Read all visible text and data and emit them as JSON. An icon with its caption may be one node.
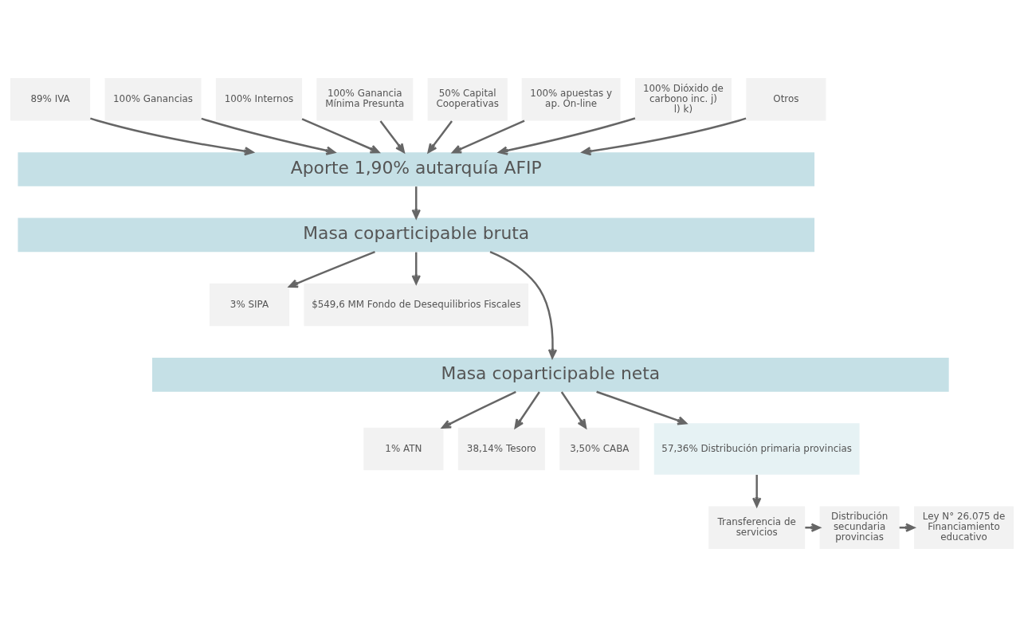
{
  "diagram": {
    "nodes": [
      {
        "text": [
          "89% IVA"
        ]
      },
      {
        "text": [
          "100% Ganancias"
        ]
      },
      {
        "text": [
          "100% Internos"
        ]
      },
      {
        "text": [
          "100% Ganancia Mínima Presunta"
        ]
      },
      {
        "text": [
          "50% Capital Cooperativas"
        ]
      },
      {
        "text": [
          "100% apuestas y ap. On-line"
        ]
      },
      {
        "text": [
          "100% Dióxido de carbono inc. j) l) k)"
        ]
      },
      {
        "text": [
          "Otros"
        ]
      },
      {
        "text": [
          "Aporte 1,90% autarquía AFIP"
        ]
      },
      {
        "text": [
          "Masa coparticipable bruta"
        ]
      },
      {
        "text": [
          "3% SIPA"
        ]
      },
      {
        "text": [
          "$549,6 MM Fondo de Desequilibrios Fiscales"
        ]
      },
      {
        "text": [
          "Masa coparticipable neta"
        ]
      },
      {
        "text": [
          "1% ATN"
        ]
      },
      {
        "text": [
          "38,14% Tesoro"
        ]
      },
      {
        "text": [
          "3,50% CABA"
        ]
      },
      {
        "text": [
          "57,36% Distribución primaria provincias"
        ]
      },
      {
        "text": [
          "Transferencia de servicios"
        ]
      },
      {
        "text": [
          "Distribución secundaria provincias"
        ]
      },
      {
        "text": [
          "Ley N° 26.075 de Financiamiento educativo"
        ]
      }
    ],
    "edges": [
      {
        "from": 0,
        "to": 8,
        "arrow": "to"
      },
      {
        "from": 1,
        "to": 8,
        "arrow": "to"
      },
      {
        "from": 2,
        "to": 8,
        "arrow": "to"
      },
      {
        "from": 3,
        "to": 8,
        "arrow": "to"
      },
      {
        "from": 4,
        "to": 8,
        "arrow": "to"
      },
      {
        "from": 5,
        "to": 8,
        "arrow": "to"
      },
      {
        "from": 6,
        "to": 8,
        "arrow": "to"
      },
      {
        "from": 7,
        "to": 8,
        "arrow": "to"
      },
      {
        "from": 8,
        "to": 9,
        "arrow": "to"
      },
      {
        "from": 9,
        "to": 10,
        "arrow": "to"
      },
      {
        "from": 9,
        "to": 11,
        "arrow": "to"
      },
      {
        "from": 9,
        "to": 12,
        "arrow": "to"
      },
      {
        "from": 12,
        "to": 13,
        "arrow": "to"
      },
      {
        "from": 12,
        "to": 14,
        "arrow": "to"
      },
      {
        "from": 12,
        "to": 15,
        "arrow": "to"
      },
      {
        "from": 12,
        "to": 16,
        "arrow": "to"
      },
      {
        "from": 16,
        "to": 17,
        "arrow": "to"
      },
      {
        "from": 17,
        "to": 18,
        "arrow": "to"
      },
      {
        "from": 18,
        "to": 19,
        "arrow": "to"
      }
    ]
  }
}
